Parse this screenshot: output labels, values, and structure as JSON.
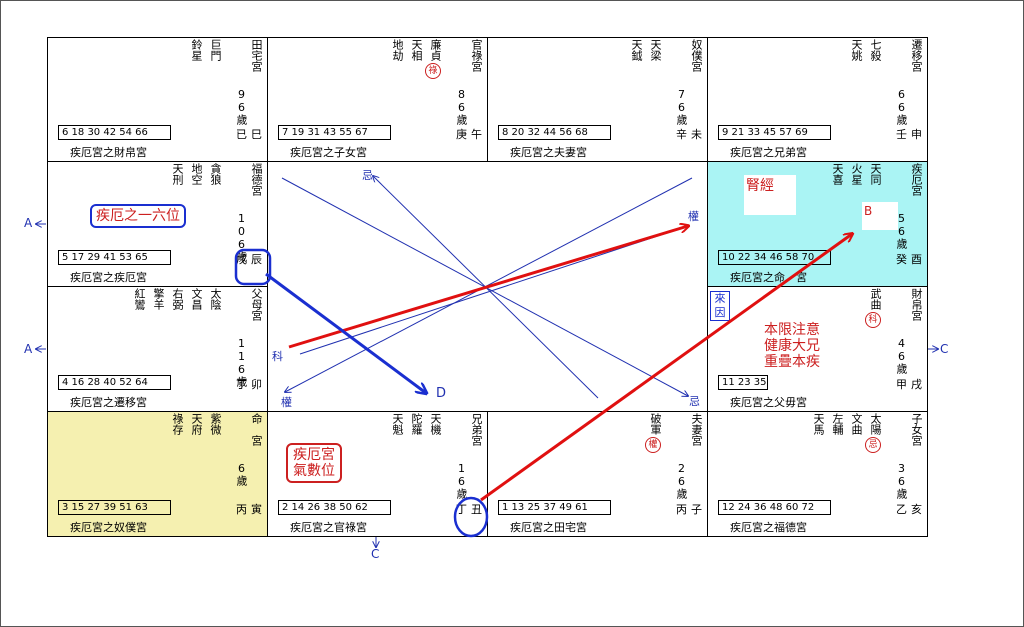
{
  "palaces": [
    {
      "id": "p-si",
      "name": "田宅宮",
      "age": "96歲",
      "stem": "已",
      "branch": "巳",
      "stars": [
        "巨門",
        "鈴星"
      ],
      "hua": null,
      "nums": "6 18 30 42 54 66",
      "foot": "疾厄宮之財帛宮"
    },
    {
      "id": "p-wu",
      "name": "官祿宮",
      "age": "86歲",
      "stem": "庚",
      "branch": "午",
      "stars": [
        "廉貞",
        "天相",
        "地劫"
      ],
      "hua": {
        "star": 0,
        "text": "祿"
      },
      "nums": "7 19 31 43 55 67",
      "foot": "疾厄宮之子女宮"
    },
    {
      "id": "p-wei",
      "name": "奴僕宮",
      "age": "76歲",
      "stem": "辛",
      "branch": "未",
      "stars": [
        "天梁",
        "天鉞"
      ],
      "hua": null,
      "nums": "8 20 32 44 56 68",
      "foot": "疾厄宮之夫妻宮"
    },
    {
      "id": "p-shen",
      "name": "遷移宮",
      "age": "66歲",
      "stem": "壬",
      "branch": "申",
      "stars": [
        "七殺",
        "天姚"
      ],
      "hua": null,
      "nums": "9 21 33 45 57 69",
      "foot": "疾厄宮之兄弟宮"
    },
    {
      "id": "p-chen",
      "name": "福德宮",
      "age": "106歲",
      "stem": "戊",
      "branch": "辰",
      "stars": [
        "貪狼",
        "地空",
        "天刑"
      ],
      "hua": null,
      "nums": "5 17 29 41 53 65",
      "foot": "疾厄宮之疾厄宮"
    },
    {
      "id": "p-you",
      "name": "疾厄宮",
      "age": "56歲",
      "stem": "癸",
      "branch": "酉",
      "stars": [
        "天同",
        "火星",
        "天喜"
      ],
      "hua": null,
      "nums": "10 22 34 46 58 70",
      "foot": "疾厄宮之命　宮"
    },
    {
      "id": "p-mao",
      "name": "父母宮",
      "age": "116歲",
      "stem": "丁",
      "branch": "卯",
      "stars": [
        "太陰",
        "文昌",
        "右弼",
        "擎羊",
        "紅鸞"
      ],
      "hua": null,
      "nums": "4 16 28 40 52 64",
      "foot": "疾厄宮之遷移宮"
    },
    {
      "id": "p-xu",
      "name": "財帛宮",
      "age": "46歲",
      "stem": "甲",
      "branch": "戌",
      "stars": [
        "武曲"
      ],
      "hua": {
        "star": 0,
        "text": "科"
      },
      "nums": "11 23 35",
      "foot": "疾厄宮之父毋宮"
    },
    {
      "id": "p-yin",
      "name": "命　宮",
      "age": "6歲",
      "stem": "丙",
      "branch": "寅",
      "stars": [
        "紫微",
        "天府",
        "祿存"
      ],
      "hua": null,
      "nums": "3 15 27 39 51 63",
      "foot": "疾厄宮之奴僕宮"
    },
    {
      "id": "p-chou",
      "name": "兄弟宮",
      "age": "16歲",
      "stem": "丁",
      "branch": "丑",
      "stars": [
        "天機",
        "陀羅",
        "天魁"
      ],
      "hua": null,
      "nums": "2 14 26 38 50 62",
      "foot": "疾厄宮之官祿宮"
    },
    {
      "id": "p-zi",
      "name": "夫妻宮",
      "age": "26歲",
      "stem": "丙",
      "branch": "子",
      "stars": [
        "破軍"
      ],
      "hua": {
        "star": 0,
        "text": "權"
      },
      "nums": "1 13 25 37 49 61",
      "foot": "疾厄宮之田宅宮"
    },
    {
      "id": "p-hai",
      "name": "子女宮",
      "age": "36歲",
      "stem": "乙",
      "branch": "亥",
      "stars": [
        "太陽",
        "文曲",
        "左輔",
        "天馬"
      ],
      "hua": {
        "star": 0,
        "text": "忌"
      },
      "nums": "12 24 36 48 60 72",
      "foot": "疾厄宮之福德宮"
    }
  ],
  "annotations": {
    "liuwei": "疾厄之一六位",
    "qishu_line1": "疾厄宮",
    "qishu_line2": "氣數位",
    "shenjing": "腎經",
    "b_mark": "B",
    "laiyin": "來因",
    "note_line1": "本限注意",
    "note_line2": "健康大兄",
    "note_line3": "重疊本疾"
  },
  "markers": {
    "ji": "忌",
    "quan": "權",
    "ke": "科",
    "quan2": "權",
    "ji2": "忌",
    "d": "D",
    "a_top": "A",
    "a_mid": "A",
    "c_right": "C",
    "c_bottom": "C"
  },
  "colors": {
    "red": "#cc2020",
    "blue": "#1a2fd0",
    "cyan": "#aaf4f4",
    "yellow": "#f5f0b0"
  }
}
